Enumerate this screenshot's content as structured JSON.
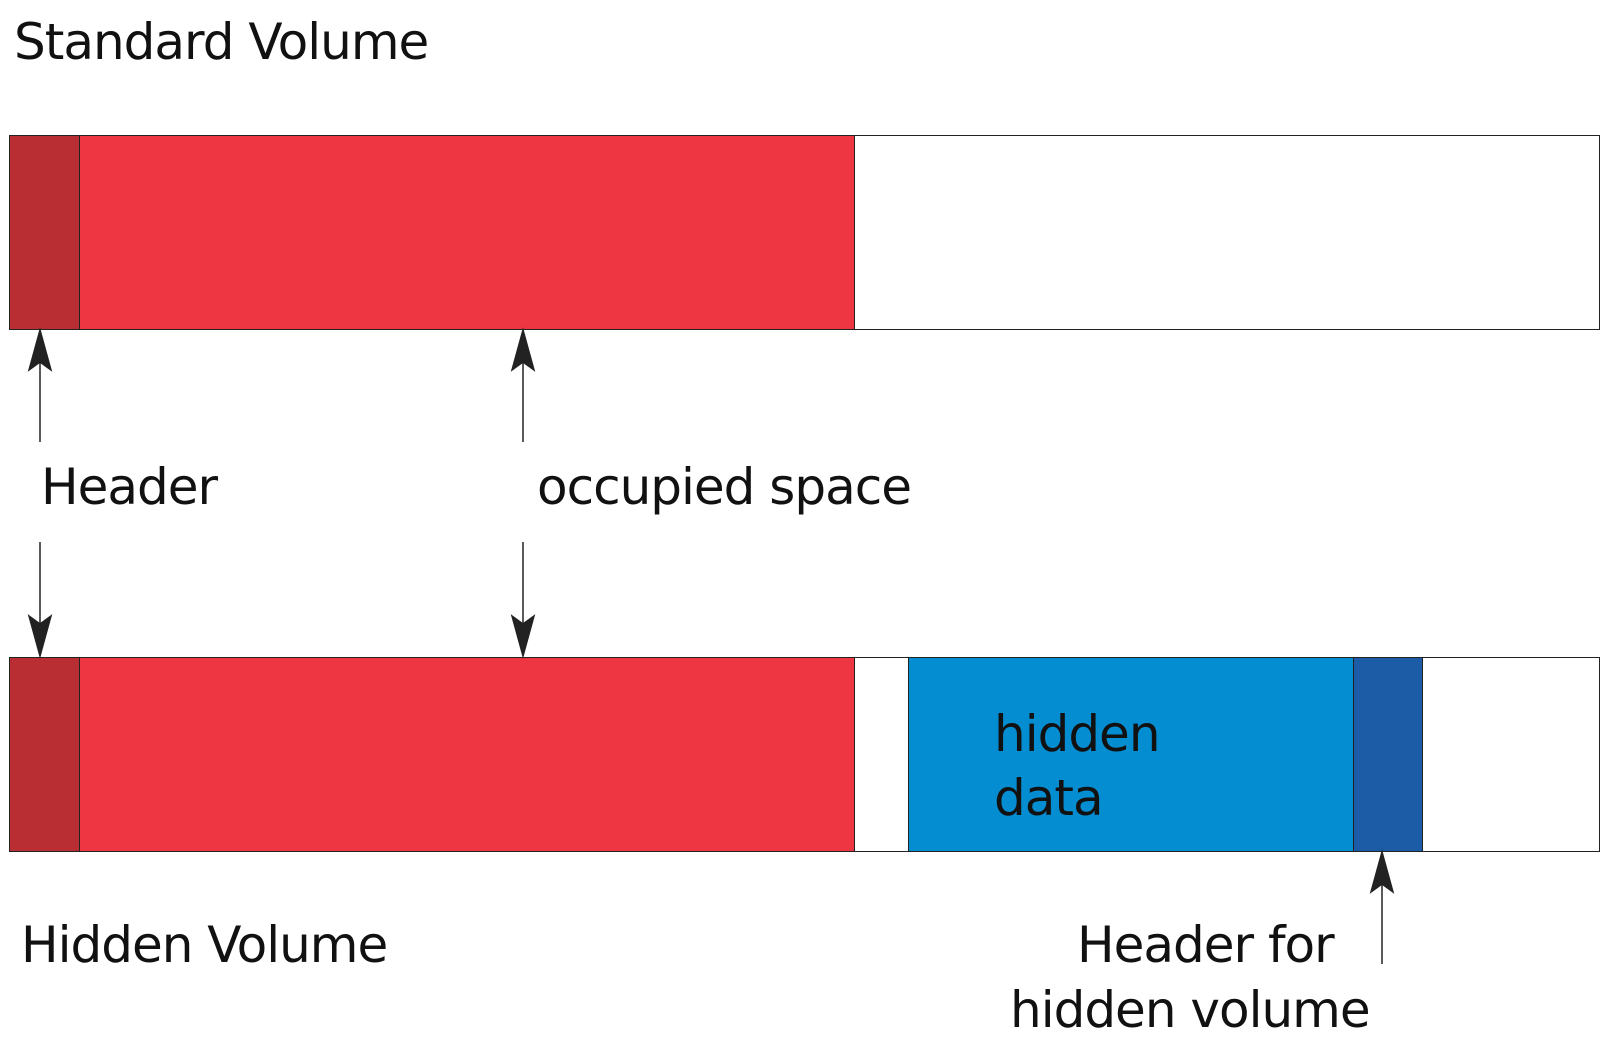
{
  "title_standard": "Standard Volume",
  "title_hidden": "Hidden Volume",
  "labels": {
    "header": "Header",
    "occupied": "occupied space",
    "hidden_data_line1": "hidden",
    "hidden_data_line2": "data",
    "hidden_header_line1": "Header for",
    "hidden_header_line2": "hidden volume"
  },
  "colors": {
    "header": "#b82e33",
    "occupied": "#ed3641",
    "free": "#ffffff",
    "hidden_data": "#048dd0",
    "hidden_header": "#1c5ca7",
    "line": "#222222"
  }
}
